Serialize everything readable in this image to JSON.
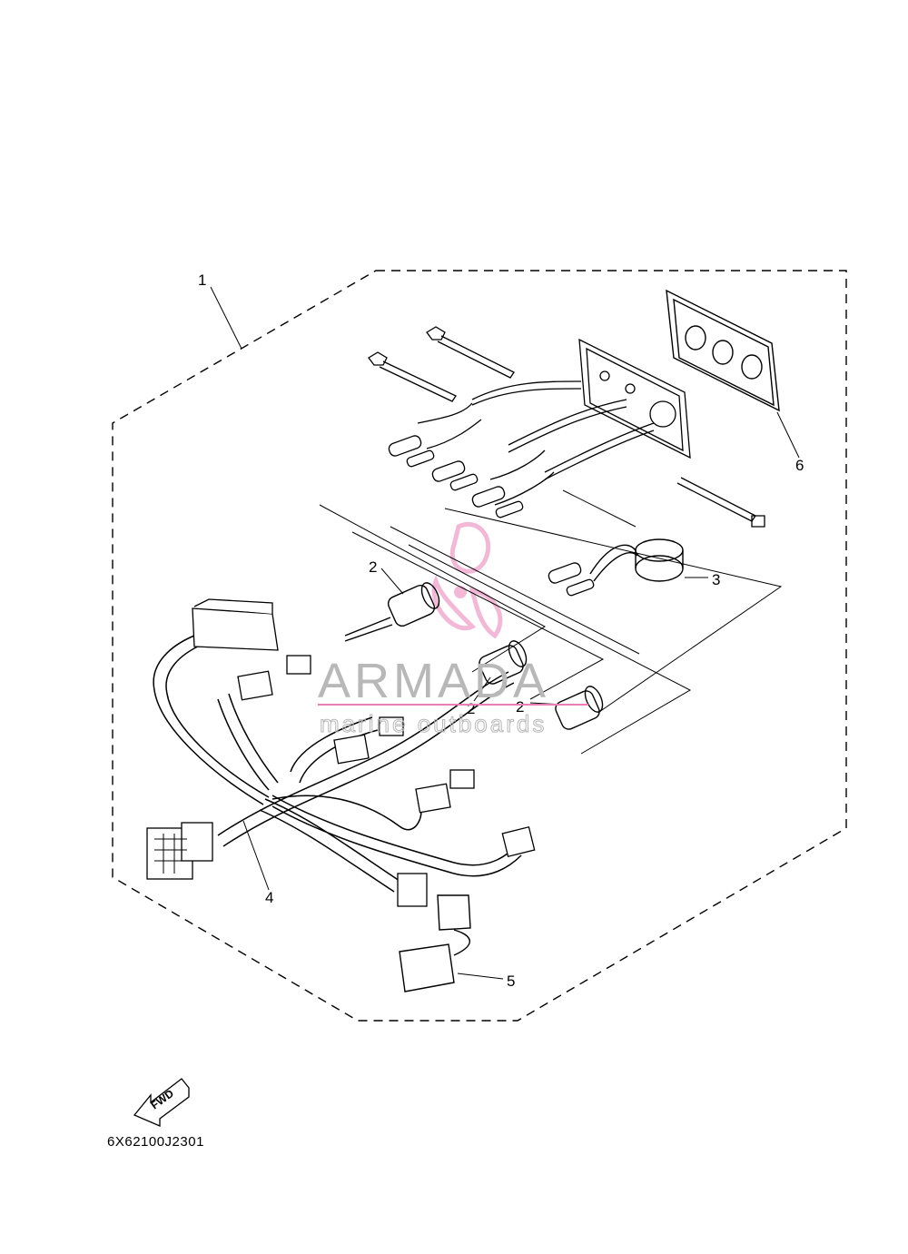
{
  "diagram": {
    "part_code": "6X62100J2301",
    "fwd_label": "FWD",
    "callouts": {
      "c1": "1",
      "c2a": "2",
      "c2b": "2",
      "c2c": "2",
      "c3": "3",
      "c4": "4",
      "c5": "5",
      "c6": "6"
    },
    "watermark": {
      "title": "ARMADA",
      "subtitle": "marine outboards",
      "color": "#e87fb3"
    }
  }
}
